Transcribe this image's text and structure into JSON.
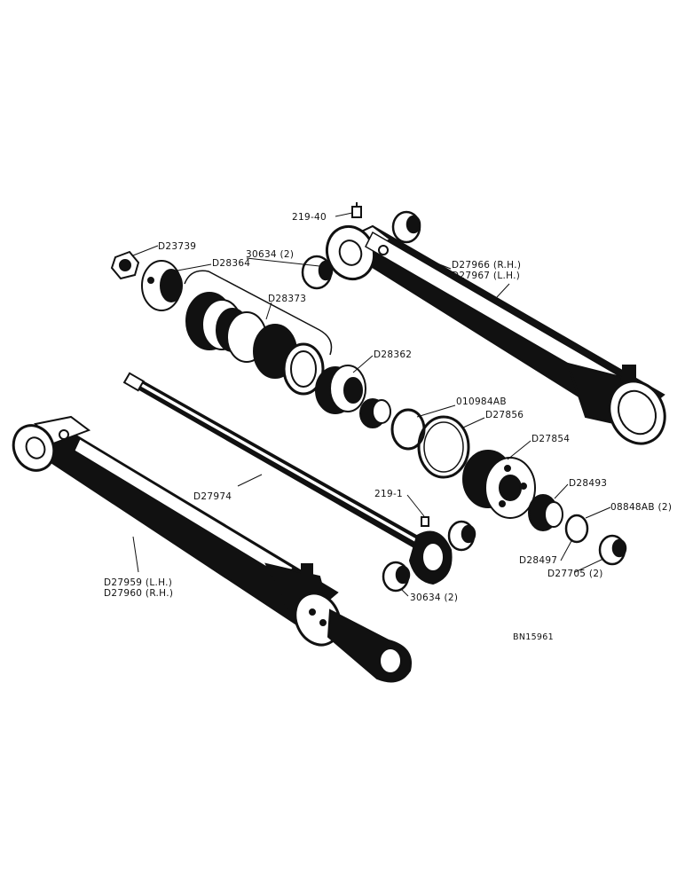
{
  "diagram": {
    "colors": {
      "ink": "#111111",
      "paper": "#ffffff"
    },
    "labels": {
      "grease_fitting_top": "219-40",
      "nut": "D23739",
      "gland_nut": "D28364",
      "bushings_top": "30634 (2)",
      "piston_packing": "D28373",
      "piston_head": "D28362",
      "barrel_rh": "D27966 (R.H.)",
      "barrel_lh": "D27967 (L.H.)",
      "oring": "010984AB",
      "backup_ring": "D27856",
      "gland": "D27854",
      "piston_rod": "D27974",
      "grease_fitting_rod": "219-1",
      "wiper": "D28493",
      "oring_small": "08848AB (2)",
      "retainer": "D28497",
      "bushing_small": "D27705 (2)",
      "assembly_lh": "D27959 (L.H.)",
      "assembly_rh": "D27960 (R.H.)",
      "bushings_bottom": "30634 (2)",
      "reference": "BN15961"
    }
  }
}
